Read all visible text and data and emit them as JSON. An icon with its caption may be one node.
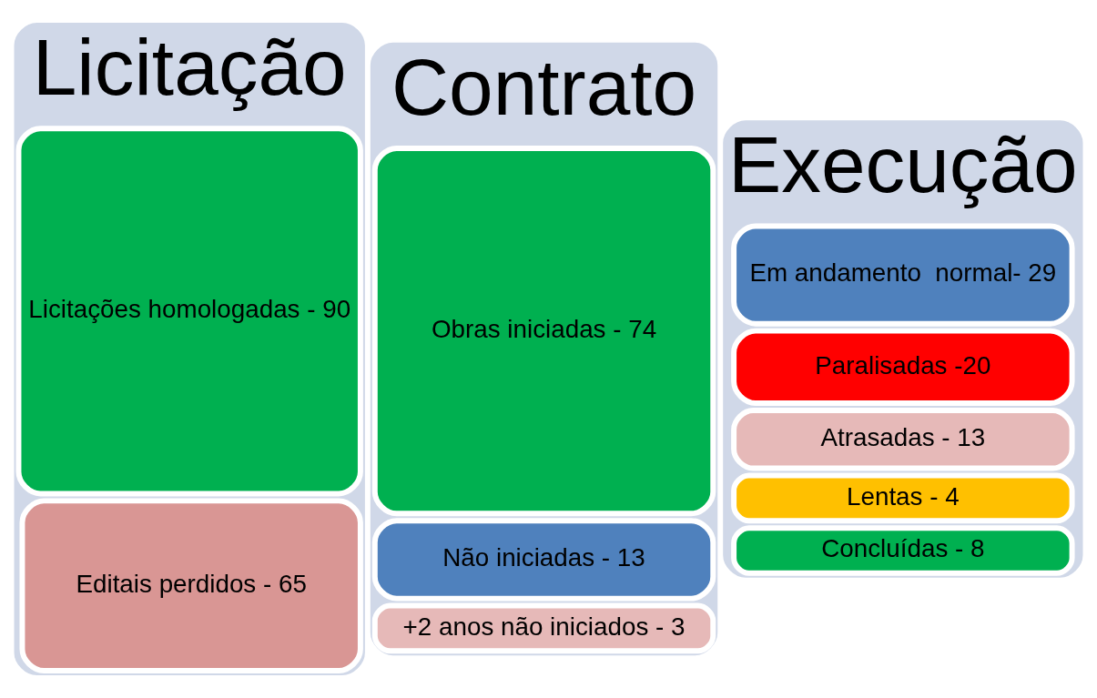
{
  "diagram": {
    "nodes": [
      {
        "text": [
          "Licitação"
        ]
      },
      {
        "text": [
          "Editais perdidos - 65"
        ],
        "in": 0
      },
      {
        "text": [
          "Licitações homologadas - 90"
        ],
        "in": 0
      },
      {
        "text": [
          "Contrato"
        ]
      },
      {
        "text": [
          "+2 anos não iniciados - 3"
        ],
        "in": 3
      },
      {
        "text": [
          "Não iniciadas - 13"
        ],
        "in": 3
      },
      {
        "text": [
          "Obras iniciadas - 74"
        ],
        "in": 3
      },
      {
        "text": [
          "Execução"
        ]
      },
      {
        "text": [
          "Paralisadas -20"
        ],
        "in": 7
      },
      {
        "text": [
          "Atrasadas - 13"
        ],
        "in": 7
      },
      {
        "text": [
          "Lentas - 4"
        ],
        "in": 7
      },
      {
        "text": [
          "Em andamento  normal- 29"
        ],
        "in": 7
      },
      {
        "text": [
          "Concluídas - 8"
        ],
        "in": 7
      }
    ],
    "edges": []
  }
}
